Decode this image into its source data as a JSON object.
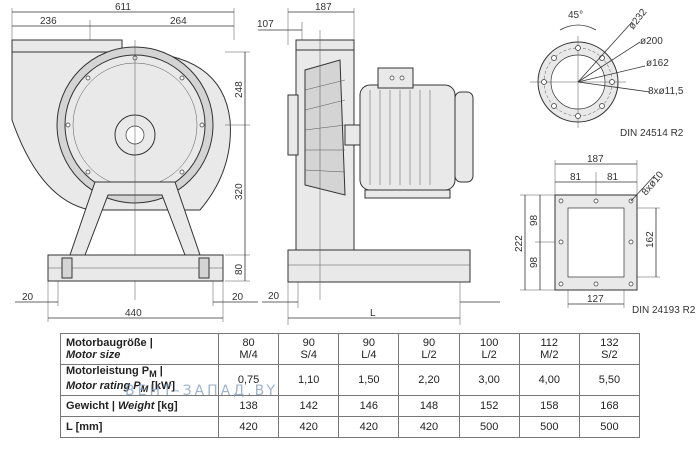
{
  "dims": {
    "front_total": "611",
    "front_left": "236",
    "front_right": "264",
    "front_h_top": "248",
    "front_h_mid": "320",
    "front_h_base": "80",
    "base_width": "440",
    "base_left": "20",
    "base_right": "20",
    "side_offset": "107",
    "side_width": "187",
    "side_base_left": "20",
    "side_length": "L"
  },
  "flange_round": {
    "angle": "45°",
    "d1": "ø232",
    "d2": "ø200",
    "d3": "ø162",
    "holes": "8xø11,5",
    "standard": "DIN 24514 R2"
  },
  "flange_square": {
    "width_total": "187",
    "width_a": "81",
    "width_b": "81",
    "holes": "8xø10",
    "h_total": "222",
    "h_a": "98",
    "h_b": "98",
    "h_inner": "162",
    "bottom": "127",
    "standard": "DIN 24193 R2"
  },
  "table": {
    "rows": [
      {
        "label": "Motorbaugröße |",
        "label_en": "Motor size",
        "values": [
          [
            "80",
            "M/4"
          ],
          [
            "90",
            "S/4"
          ],
          [
            "90",
            "L/4"
          ],
          [
            "90",
            "L/2"
          ],
          [
            "100",
            "L/2"
          ],
          [
            "112",
            "M/2"
          ],
          [
            "132",
            "S/2"
          ]
        ]
      },
      {
        "label": "Motorleistung P",
        "label_sub": "M",
        "label_en": "Motor rating P",
        "label_en_sub": "M",
        "label_en_unit": " [kW]",
        "values": [
          [
            "0,75"
          ],
          [
            "1,10"
          ],
          [
            "1,50"
          ],
          [
            "2,20"
          ],
          [
            "3,00"
          ],
          [
            "4,00"
          ],
          [
            "5,50"
          ]
        ]
      },
      {
        "label": "Gewicht | ",
        "label_en": "Weight",
        "label_unit": " [kg]",
        "values": [
          [
            "138"
          ],
          [
            "142"
          ],
          [
            "146"
          ],
          [
            "148"
          ],
          [
            "152"
          ],
          [
            "158"
          ],
          [
            "168"
          ]
        ]
      },
      {
        "label": "L [mm]",
        "values": [
          [
            "420"
          ],
          [
            "420"
          ],
          [
            "420"
          ],
          [
            "420"
          ],
          [
            "500"
          ],
          [
            "500"
          ],
          [
            "500"
          ]
        ]
      }
    ]
  },
  "watermark": "ВЕНТ-ЗАПАД.BY"
}
